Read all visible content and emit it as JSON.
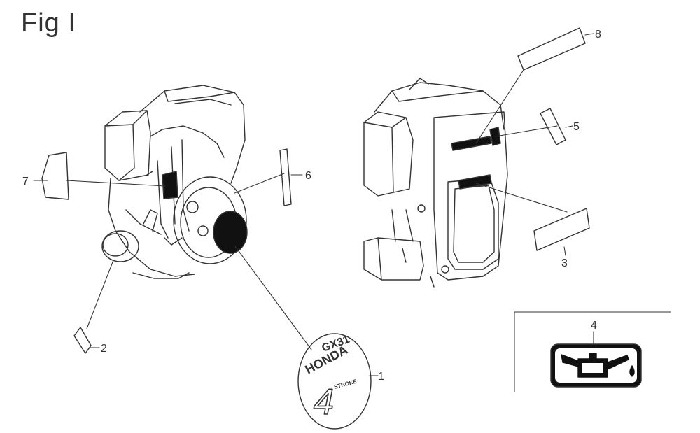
{
  "figure": {
    "title": "Fig I"
  },
  "callouts": {
    "c1": "1",
    "c2": "2",
    "c3": "3",
    "c4": "4",
    "c5": "5",
    "c6": "6",
    "c7": "7",
    "c8": "8"
  },
  "emblem": {
    "model": "GX31",
    "brand": "HONDA",
    "digit": "4",
    "word": "STROKE"
  },
  "colors": {
    "ink": "#333333",
    "fill": "#ffffff"
  }
}
